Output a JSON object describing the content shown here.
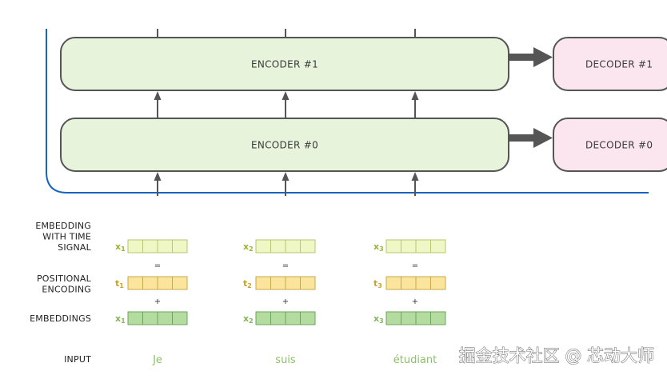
{
  "encoders": [
    {
      "label": "ENCODER #1"
    },
    {
      "label": "ENCODER #0"
    }
  ],
  "decoders": [
    {
      "label": "DECODER #1"
    },
    {
      "label": "DECODER #0"
    }
  ],
  "rows": {
    "embedding_with_time_signal": [
      "EMBEDDING",
      "WITH TIME",
      "SIGNAL"
    ],
    "positional_encoding": [
      "POSITIONAL",
      "ENCODING"
    ],
    "embeddings": [
      "EMBEDDINGS"
    ],
    "input": [
      "INPUT"
    ]
  },
  "symbols": {
    "equals": "=",
    "plus": "+"
  },
  "tokens": [
    {
      "word": "Je",
      "x_name": "x",
      "t_name": "t",
      "sub": "1"
    },
    {
      "word": "suis",
      "x_name": "x",
      "t_name": "t",
      "sub": "2"
    },
    {
      "word": "étudiant",
      "x_name": "x",
      "t_name": "t",
      "sub": "3"
    }
  ],
  "colors": {
    "encoder_fill": "#e8f3dc",
    "decoder_fill": "#fbe6ef",
    "box_stroke": "#555555",
    "arrow": "#555555",
    "bracket": "#1565c0",
    "signal_cell": "#eff7c4",
    "signal_stroke": "#b5c770",
    "signal_label": "#9cb23a",
    "position_cell": "#fbe59c",
    "position_stroke": "#c7a84a",
    "position_label": "#c9a22c",
    "embedding_cell": "#b4dba0",
    "embedding_stroke": "#6da45b",
    "embedding_label": "#86b65a",
    "word_color": "#8cc267"
  },
  "watermark": "掘金技术社区 @ 芯动大师"
}
